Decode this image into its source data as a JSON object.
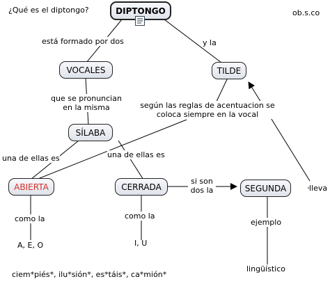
{
  "header": {
    "question": "¿Qué es el diptongo?",
    "credit": "ob.s.co"
  },
  "nodes": {
    "diptongo": "DIPTONGO",
    "vocales": "VOCALES",
    "tilde": "TILDE",
    "silaba": "SÍLABA",
    "abierta": "ABIERTA",
    "cerrada": "CERRADA",
    "segunda": "SEGUNDA"
  },
  "links": {
    "esta_formado": "está formado por dos",
    "y_la": "y la",
    "se_pronuncian": "que se pronuncian en la misma",
    "segun_reglas": "según las reglas de acentuacion se coloca siempre en la vocal",
    "una_es_1": "una de ellas es",
    "una_es_2": "una de ellas es",
    "como_la_1": "como la",
    "como_la_2": "como la",
    "si_son": "si son dos la",
    "lleva": "lleva",
    "ejemplo": "ejemplo"
  },
  "leaves": {
    "vocales_abiertas": "A, E, O",
    "vocales_cerradas": "I, U",
    "ejemplo_palabra": "lingüístico",
    "ejemplos_lista": "ciem*piés*, ilu*sión*, es*táis*, ca*mión*"
  },
  "colors": {
    "accent": "#d6322d",
    "node_fill": "#e3e6ec",
    "line": "#000000"
  }
}
